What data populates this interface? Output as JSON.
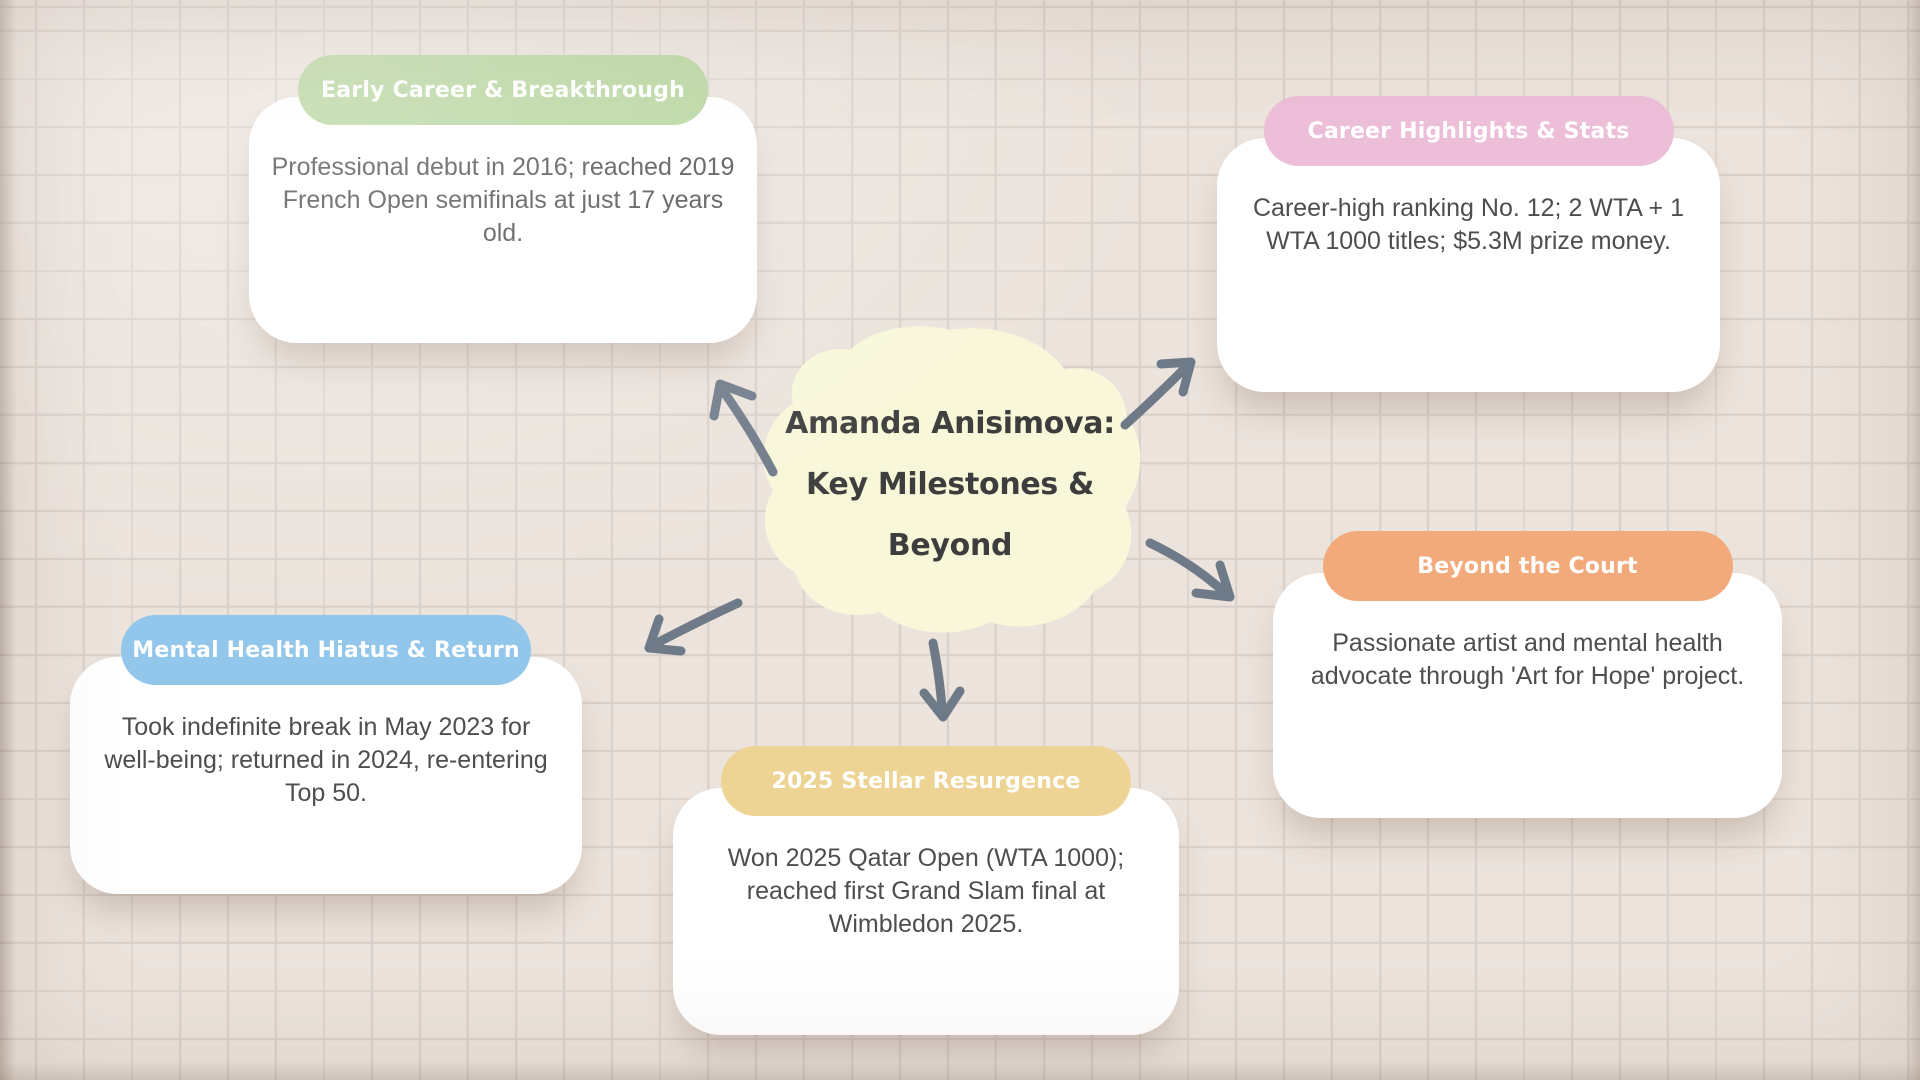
{
  "center": {
    "title": "Amanda Anisimova:\nKey Milestones &\nBeyond",
    "blob_fill": "#f8f7d9"
  },
  "cards": [
    {
      "id": "early-career",
      "title": "Early Career & Breakthrough",
      "body": "Professional debut in 2016; reached 2019\nFrench Open semifinals at just 17 years\nold.",
      "color": "#b6d49c"
    },
    {
      "id": "career-highlights",
      "title": "Career Highlights & Stats",
      "body": "Career-high ranking No. 12; 2 WTA + 1\nWTA 1000 titles; $5.3M prize money.",
      "color": "#ecbed8"
    },
    {
      "id": "mental-health",
      "title": "Mental Health Hiatus & Return",
      "body": "Took indefinite break in May 2023 for\nwell-being; returned in 2024, re-entering\nTop 50.",
      "color": "#92c6ea"
    },
    {
      "id": "resurgence",
      "title": "2025 Stellar Resurgence",
      "body": "Won 2025 Qatar Open (WTA 1000);\nreached first Grand Slam final at\nWimbledon 2025.",
      "color": "#eed494"
    },
    {
      "id": "beyond-court",
      "title": "Beyond the Court",
      "body": "Passionate artist and mental health\nadvocate through 'Art for Hope' project.",
      "color": "#f2aa7b"
    }
  ],
  "colors": {
    "background": "#ebe3dc",
    "grid_line": "#d9d0c9",
    "card": "#ffffff",
    "arrow": "#6f7a89",
    "title_text": "#3d3d3d",
    "body_text": "#4e4e4e",
    "pill_text": "#ffffff"
  }
}
